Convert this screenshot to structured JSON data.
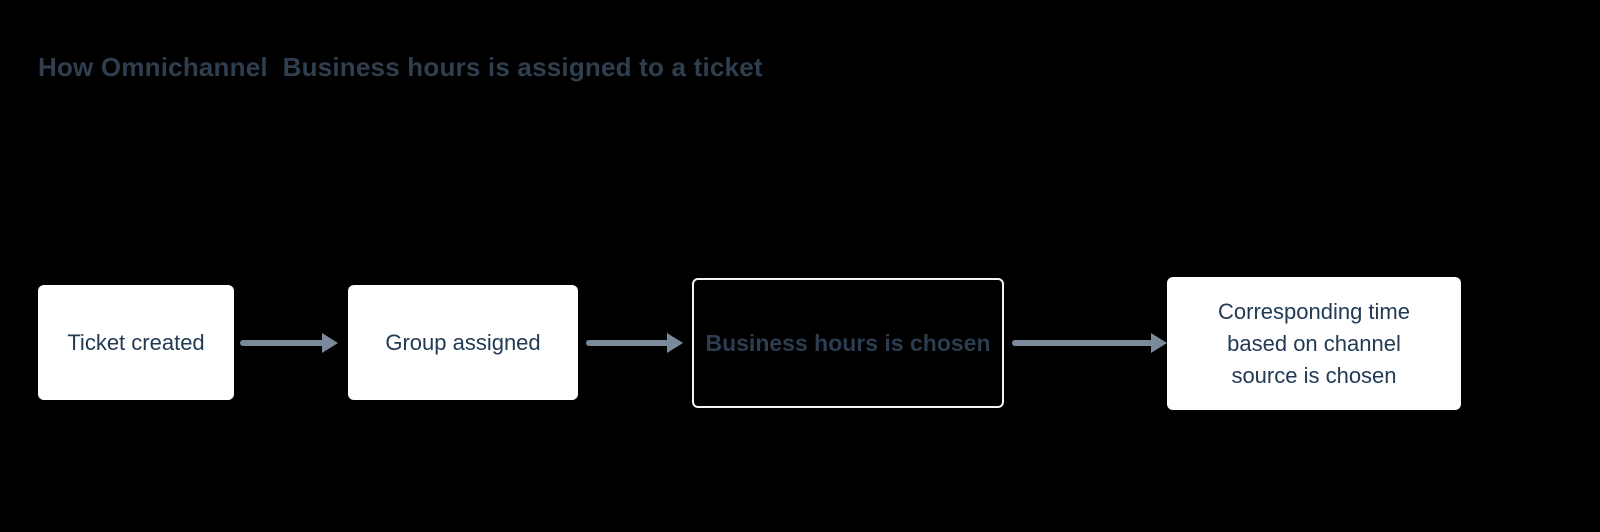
{
  "title": "How Omnichannel  Business hours is assigned to a ticket",
  "colors": {
    "background": "#000000",
    "title_text": "#2f3f4f",
    "node_background": "#ffffff",
    "node_text": "#223a54",
    "highlight_node_border": "#f2f4f5",
    "highlight_node_text": "#2c3d50",
    "arrow": "#7b8a9b"
  },
  "flow": {
    "nodes": [
      {
        "label": "Ticket created",
        "style": "solid"
      },
      {
        "label": "Group assigned",
        "style": "solid"
      },
      {
        "label": "Business hours is chosen",
        "style": "outlined"
      },
      {
        "label": "Corresponding time based on channel source is chosen",
        "lines": [
          "Corresponding time",
          "based on channel",
          "source is chosen"
        ],
        "style": "solid"
      }
    ],
    "connectors": [
      {
        "from": "Ticket created",
        "to": "Group assigned",
        "type": "arrow-right"
      },
      {
        "from": "Group assigned",
        "to": "Business hours is chosen",
        "type": "arrow-right"
      },
      {
        "from": "Business hours is chosen",
        "to": "Corresponding time based on channel source is chosen",
        "type": "arrow-right"
      }
    ]
  }
}
